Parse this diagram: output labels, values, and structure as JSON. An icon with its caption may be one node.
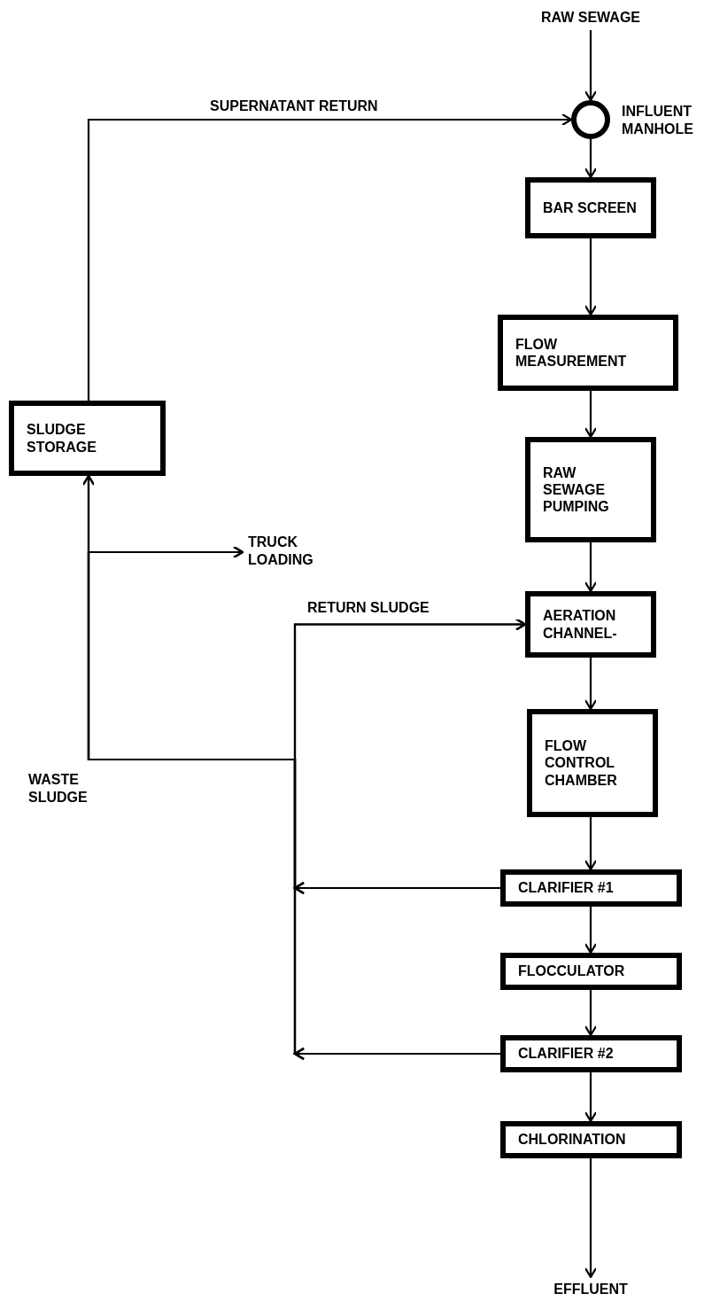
{
  "diagram": {
    "nodes": [
      {
        "text": [
          "RAW SEWAGE"
        ]
      },
      {
        "text": [],
        "shape": "circle",
        "beside": [
          "INFLUENT MANHOLE"
        ]
      },
      {
        "text": [
          "BAR SCREEN"
        ]
      },
      {
        "text": [
          "FLOW MEASUREMENT"
        ]
      },
      {
        "text": [
          "RAW SEWAGE PUMPING"
        ]
      },
      {
        "text": [
          "AERATION CHANNEL-"
        ]
      },
      {
        "text": [
          "FLOW CONTROL CHAMBER"
        ]
      },
      {
        "text": [
          "CLARIFIER #1"
        ]
      },
      {
        "text": [
          "FLOCCULATOR"
        ]
      },
      {
        "text": [
          "CLARIFIER #2"
        ]
      },
      {
        "text": [
          "CHLORINATION"
        ]
      },
      {
        "text": [
          "EFFLUENT"
        ]
      },
      {
        "text": [
          "SLUDGE STORAGE"
        ]
      },
      {
        "text": [
          "TRUCK LOADING"
        ]
      }
    ],
    "edges": [
      {
        "from": 0,
        "to": 1,
        "arrow": "to"
      },
      {
        "from": 1,
        "to": 2,
        "arrow": "to"
      },
      {
        "from": 2,
        "to": 3,
        "arrow": "to"
      },
      {
        "from": 3,
        "to": 4,
        "arrow": "to"
      },
      {
        "from": 4,
        "to": 5,
        "arrow": "to"
      },
      {
        "from": 5,
        "to": 6,
        "arrow": "to"
      },
      {
        "from": 6,
        "to": 7,
        "arrow": "to"
      },
      {
        "from": 7,
        "to": 8,
        "arrow": "to"
      },
      {
        "from": 8,
        "to": 9,
        "arrow": "to"
      },
      {
        "from": 9,
        "to": 10,
        "arrow": "to"
      },
      {
        "from": 10,
        "to": 11,
        "arrow": "to"
      },
      {
        "from": 12,
        "to": 1,
        "arrow": "to",
        "label": "SUPERNATANT RETURN"
      },
      {
        "from": 7,
        "to": 5,
        "arrow": "to",
        "label": "RETURN SLUDGE"
      },
      {
        "from": 9,
        "to": 5,
        "arrow": "to"
      },
      {
        "from": 7,
        "to": 12,
        "arrow": "to",
        "label": "WASTE SLUDGE"
      },
      {
        "from": 9,
        "to": 12,
        "arrow": "to"
      },
      {
        "from": 7,
        "to": 13,
        "arrow": "to"
      },
      {
        "from": 9,
        "to": 13,
        "arrow": "to"
      }
    ]
  }
}
